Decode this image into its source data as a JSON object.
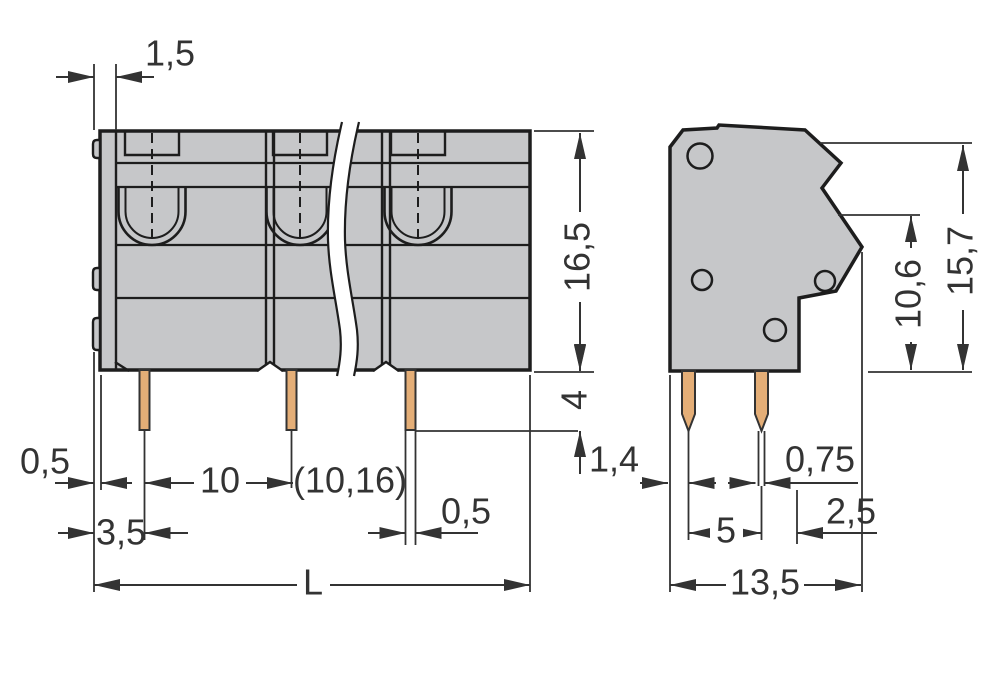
{
  "drawing": {
    "title": "terminal-block-dimension-drawing",
    "views": {
      "front": "front-view",
      "side": "side-view"
    },
    "colors": {
      "background": "#ffffff",
      "body_fill": "#c6c7c9",
      "outline": "#1d1d1d",
      "pin_copper": "#e4ae77",
      "dimension": "#333333"
    },
    "front": {
      "offset": "1,5",
      "height": "16,5",
      "pin_length": "4",
      "clearance": "0,5",
      "pitch": "10",
      "pitch_alt": "(10,16)",
      "first_pin": "3,5",
      "pin_width": "0,5",
      "length": "L"
    },
    "side": {
      "edge_to_pin": "1,4",
      "pin_thickness": "0,75",
      "row_pitch": "5",
      "rear_offset": "2,5",
      "depth": "13,5",
      "step_height": "10,6",
      "height": "15,7"
    }
  }
}
